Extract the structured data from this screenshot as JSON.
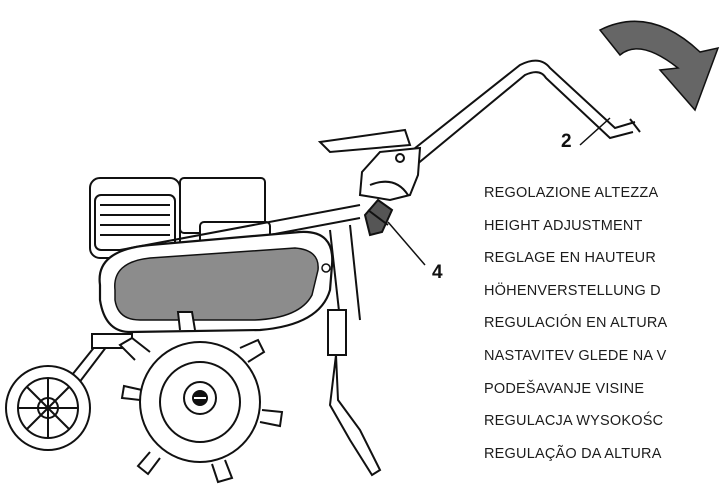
{
  "callouts": {
    "handle": "2",
    "knob": "4"
  },
  "captions": [
    "REGOLAZIONE ALTEZZA",
    "HEIGHT ADJUSTMENT",
    "REGLAGE EN HAUTEUR",
    "HÖHENVERSTELLUNG D",
    "REGULACIÓN EN ALTURA",
    "NASTAVITEV GLEDE NA V",
    "PODEŠAVANJE VISINE",
    "REGULACJA WYSOKOŚC",
    "REGULAÇÃO DA ALTURA"
  ],
  "colors": {
    "line": "#111111",
    "background": "#ffffff",
    "gray": "#888888"
  },
  "icons": {
    "rotation_arrow": "curved-arrow-icon"
  }
}
